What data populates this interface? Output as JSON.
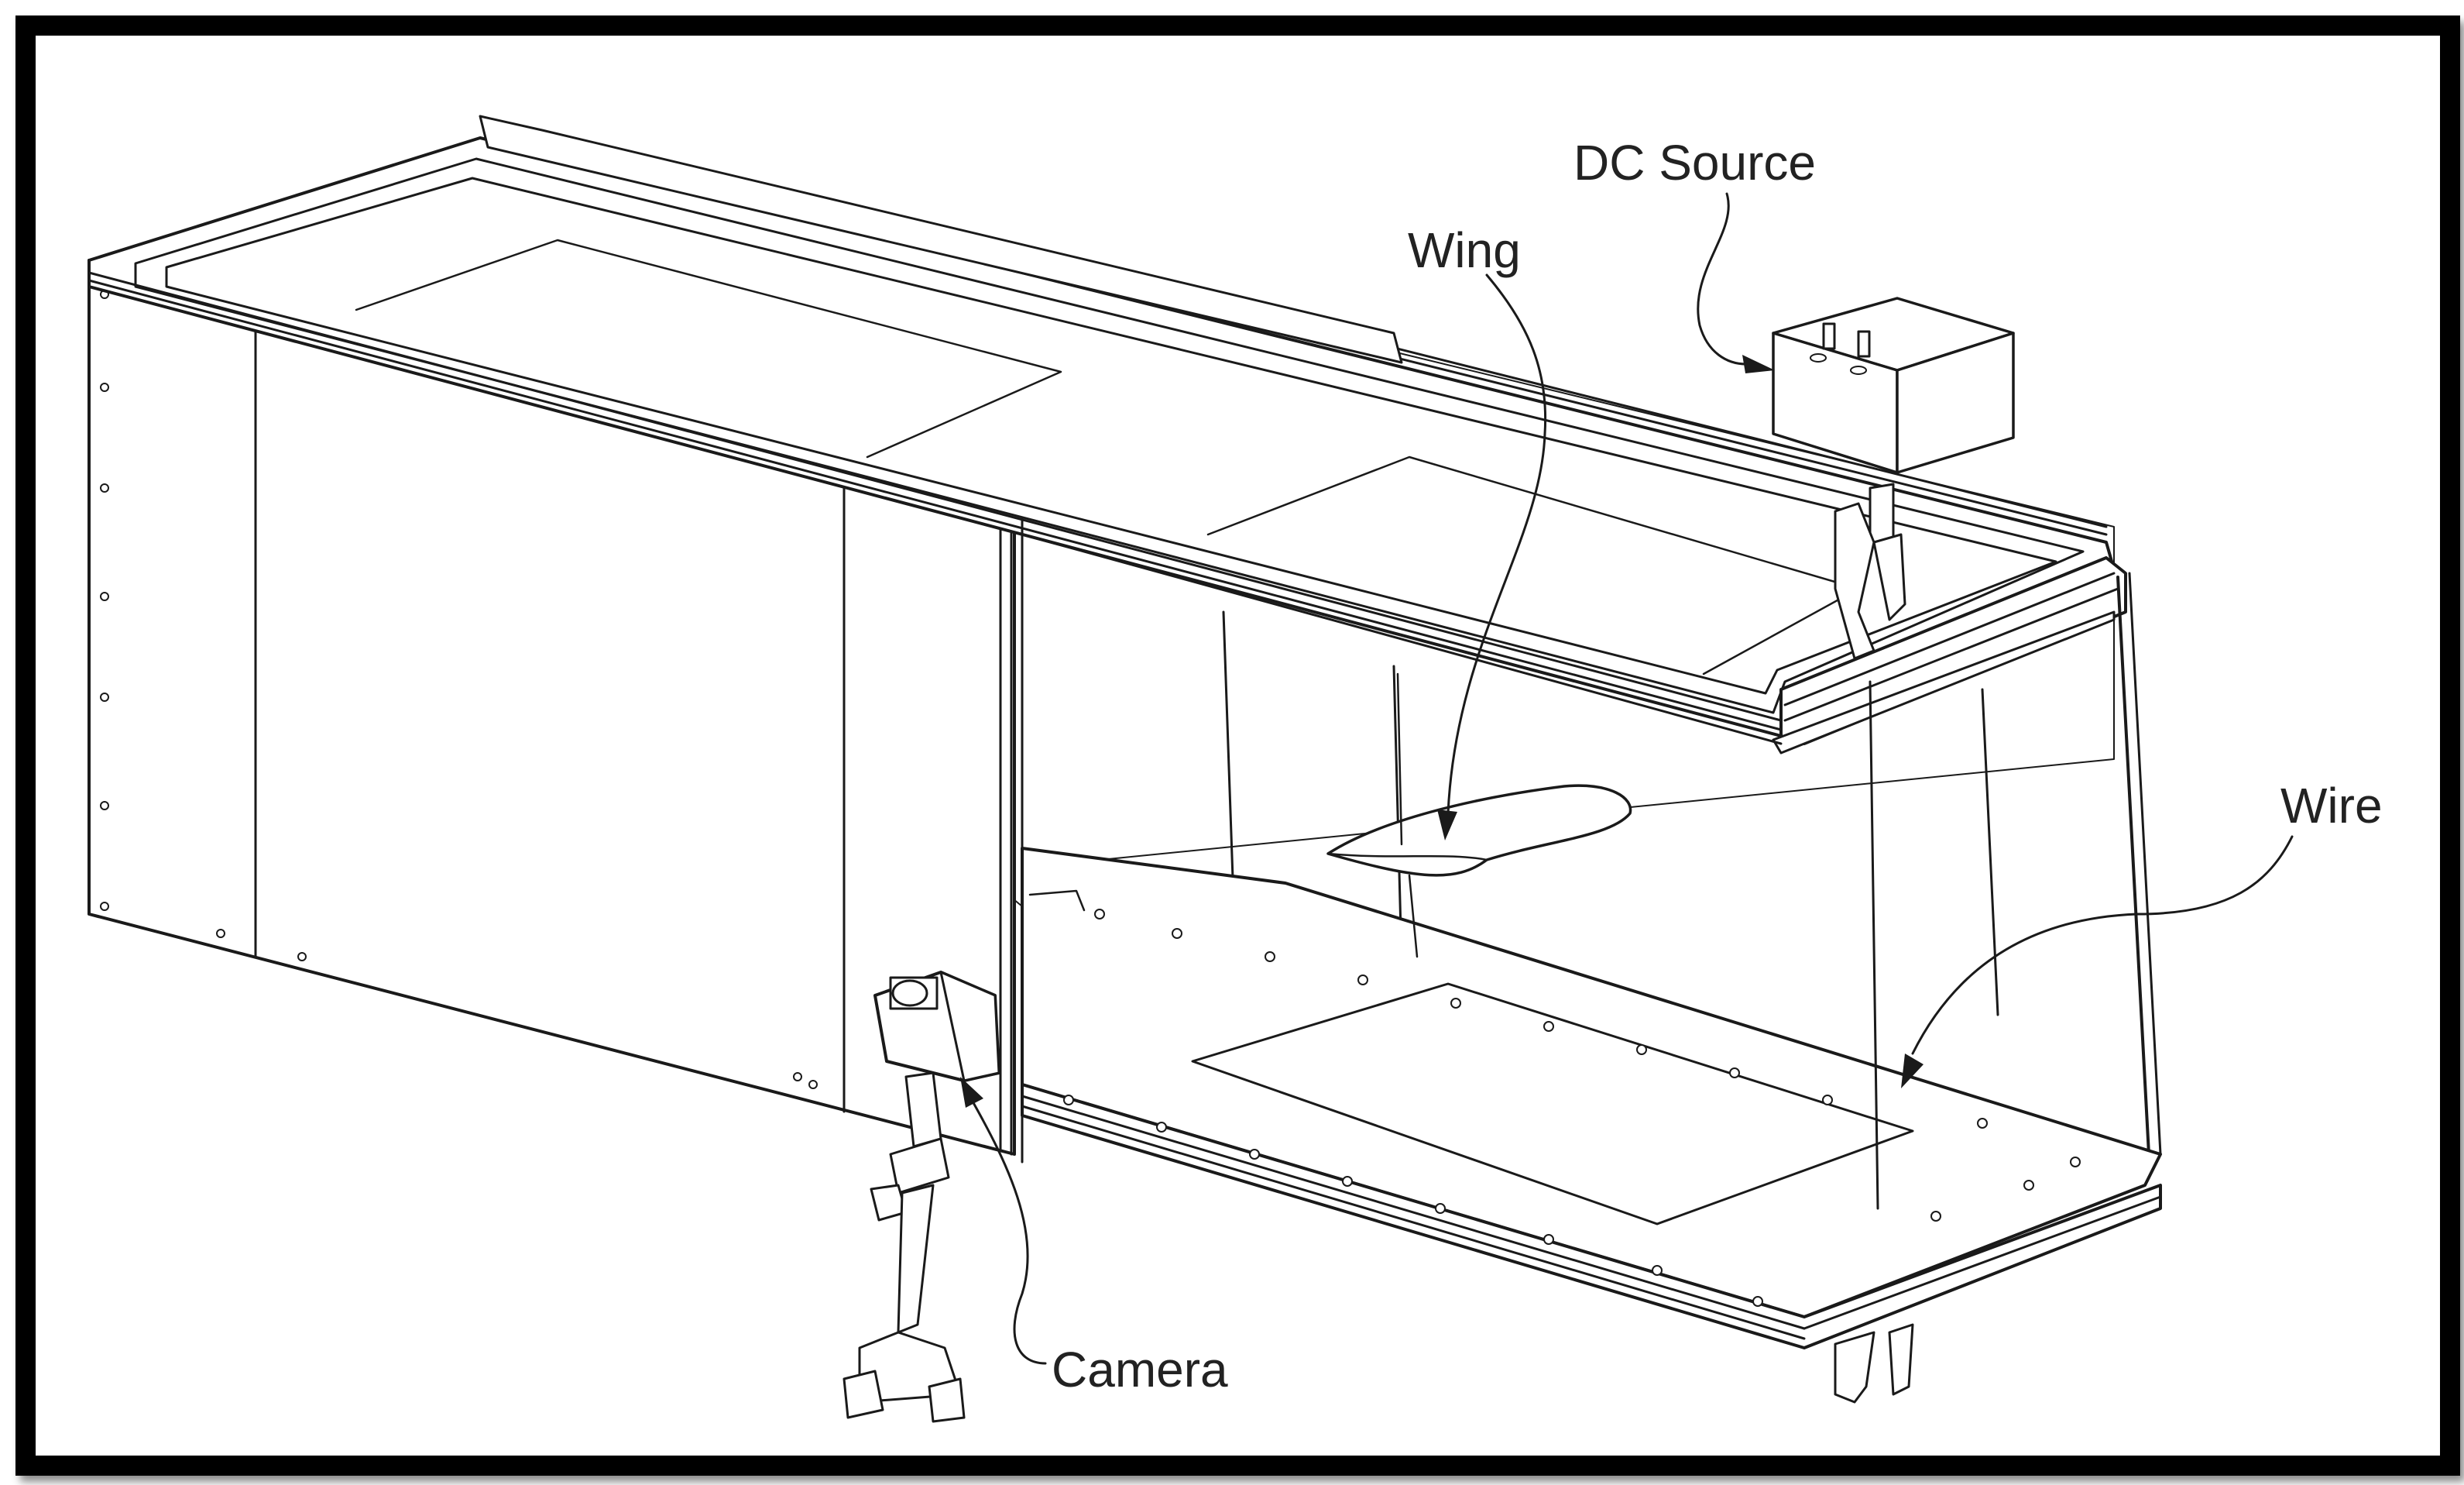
{
  "labels": {
    "dc_source": "DC Source",
    "wing": "Wing",
    "wire": "Wire",
    "camera": "Camera"
  },
  "colors": {
    "stroke": "#1a1a1a",
    "border": "#000000",
    "background": "#ffffff"
  }
}
